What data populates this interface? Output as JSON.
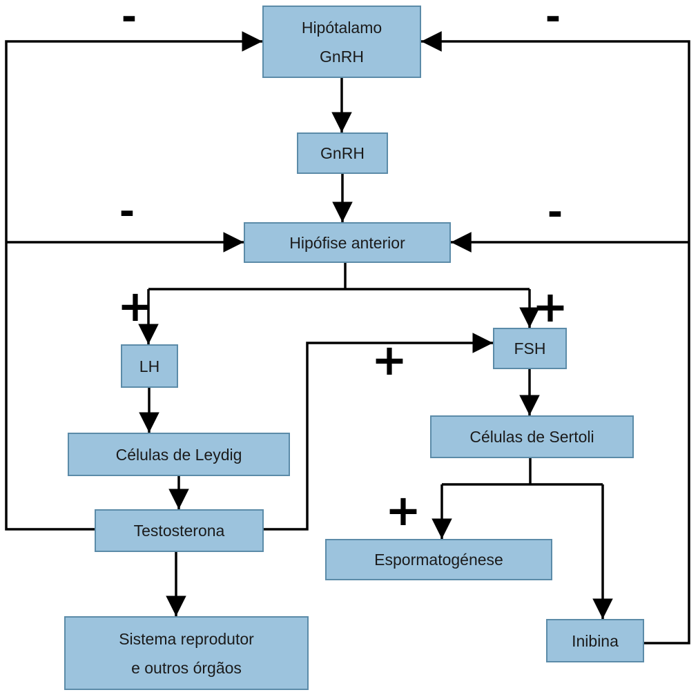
{
  "diagram": {
    "colors": {
      "background": "#ffffff",
      "node_fill": "#9cc3dd",
      "node_border": "#5b8ba8",
      "line": "#000000",
      "text": "#1a1a1a"
    },
    "nodes": {
      "hipotalamo": {
        "line1": "Hipótalamo",
        "line2": "GnRH"
      },
      "gnrh": {
        "label": "GnRH"
      },
      "hipofise": {
        "label": "Hipófise anterior"
      },
      "lh": {
        "label": "LH"
      },
      "fsh": {
        "label": "FSH"
      },
      "celulas_leydig": {
        "label": "Células de Leydig"
      },
      "celulas_sertoli": {
        "label": "Células de Sertoli"
      },
      "testosterona": {
        "label": "Testosterona"
      },
      "espormatogenese": {
        "label": "Espormatogénese"
      },
      "inibina": {
        "label": "Inibina"
      },
      "sistema_reprodutor": {
        "line1": "Sistema reprodutor",
        "line2": "e outros órgãos"
      }
    },
    "signs": {
      "minus_top_left": "-",
      "minus_top_right": "-",
      "minus_mid_left": "-",
      "minus_mid_right": "-",
      "plus_lh": "+",
      "plus_fsh_top": "+",
      "plus_fsh_left": "+",
      "plus_espormatogenese": "+"
    },
    "edges": [
      {
        "from": "hipotalamo",
        "to": "gnrh",
        "sign": ""
      },
      {
        "from": "gnrh",
        "to": "hipofise",
        "sign": ""
      },
      {
        "from": "hipofise",
        "to": "lh",
        "sign": "+"
      },
      {
        "from": "hipofise",
        "to": "fsh",
        "sign": "+"
      },
      {
        "from": "lh",
        "to": "celulas_leydig",
        "sign": ""
      },
      {
        "from": "celulas_leydig",
        "to": "testosterona",
        "sign": ""
      },
      {
        "from": "testosterona",
        "to": "sistema_reprodutor",
        "sign": ""
      },
      {
        "from": "testosterona",
        "to": "fsh",
        "sign": "+"
      },
      {
        "from": "testosterona",
        "to": "hipotalamo",
        "sign": "-"
      },
      {
        "from": "testosterona",
        "to": "hipofise",
        "sign": "-"
      },
      {
        "from": "fsh",
        "to": "celulas_sertoli",
        "sign": ""
      },
      {
        "from": "celulas_sertoli",
        "to": "espormatogenese",
        "sign": "+"
      },
      {
        "from": "celulas_sertoli",
        "to": "inibina",
        "sign": ""
      },
      {
        "from": "inibina",
        "to": "hipotalamo",
        "sign": "-"
      },
      {
        "from": "inibina",
        "to": "hipofise",
        "sign": "-"
      }
    ]
  }
}
